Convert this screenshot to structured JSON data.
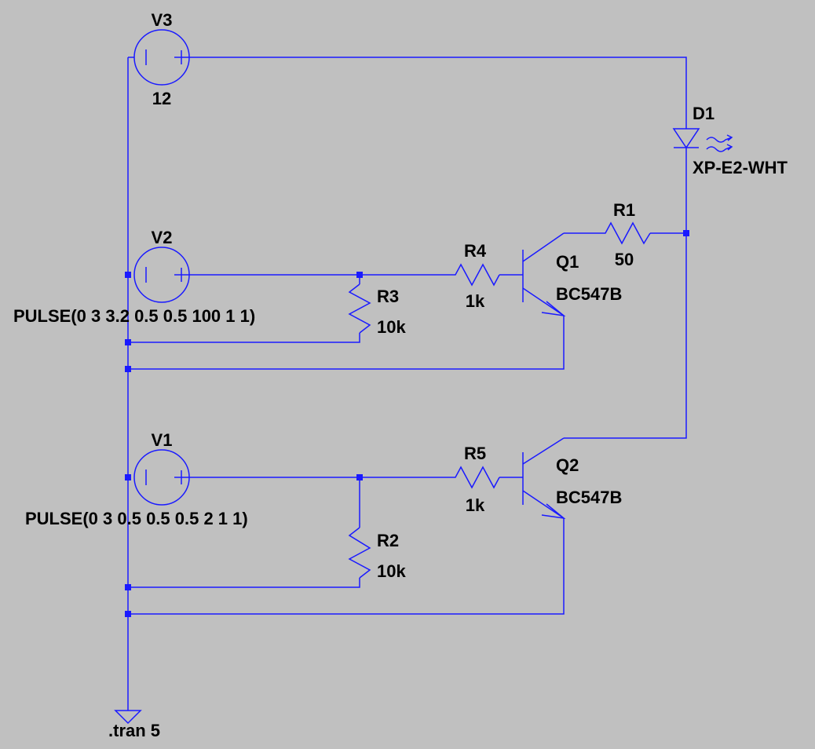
{
  "components": {
    "v3": {
      "name": "V3",
      "value": "12"
    },
    "v2": {
      "name": "V2",
      "value": "PULSE(0 3 3.2 0.5 0.5 100 1 1)"
    },
    "v1": {
      "name": "V1",
      "value": "PULSE(0 3 0.5 0.5 0.5 2 1 1)"
    },
    "d1": {
      "name": "D1",
      "value": "XP-E2-WHT"
    },
    "r1": {
      "name": "R1",
      "value": "50"
    },
    "r2": {
      "name": "R2",
      "value": "10k"
    },
    "r3": {
      "name": "R3",
      "value": "10k"
    },
    "r4": {
      "name": "R4",
      "value": "1k"
    },
    "r5": {
      "name": "R5",
      "value": "1k"
    },
    "q1": {
      "name": "Q1",
      "value": "BC547B"
    },
    "q2": {
      "name": "Q2",
      "value": "BC547B"
    }
  },
  "directive": ".tran 5",
  "colors": {
    "background": "#c0c0c0",
    "wire": "#1a1aff",
    "text": "#000000"
  },
  "icons": {
    "ground": "ground-icon",
    "led": "led-icon"
  }
}
